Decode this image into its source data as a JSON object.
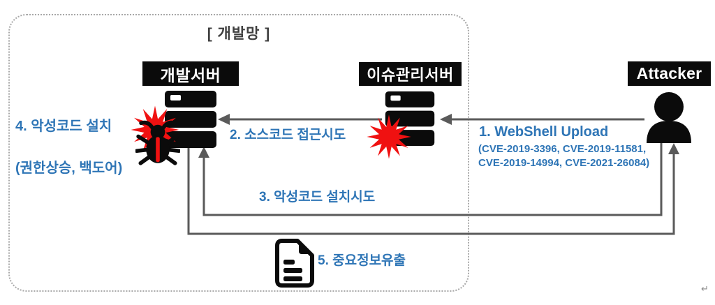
{
  "zone": {
    "title": "[ 개발망 ]"
  },
  "nodes": {
    "dev_server": {
      "label": "개발서버"
    },
    "issue_server": {
      "label": "이슈관리서버"
    },
    "attacker": {
      "label": "Attacker"
    }
  },
  "steps": {
    "step1": {
      "title": "1. WebShell Upload",
      "cves_line1": "(CVE-2019-3396, CVE-2019-11581,",
      "cves_line2": "CVE-2019-14994, CVE-2021-26084)"
    },
    "step2": {
      "label": "2. 소스코드 접근시도"
    },
    "step3": {
      "label": "3. 악성코드 설치시도"
    },
    "step4": {
      "line1": "4. 악성코드 설치",
      "line2": "(권한상승, 백도어)"
    },
    "step5": {
      "label": "5. 중요정보유출"
    }
  },
  "colors": {
    "accent_blue": "#2E75B6",
    "arrow_gray": "#5A5A5A",
    "alert_red": "#F01111",
    "node_black": "#0B0B0B",
    "zone_border_gray": "#A8A8A8",
    "zone_title_gray": "#3F3F3F"
  },
  "editing_mark": "↵"
}
